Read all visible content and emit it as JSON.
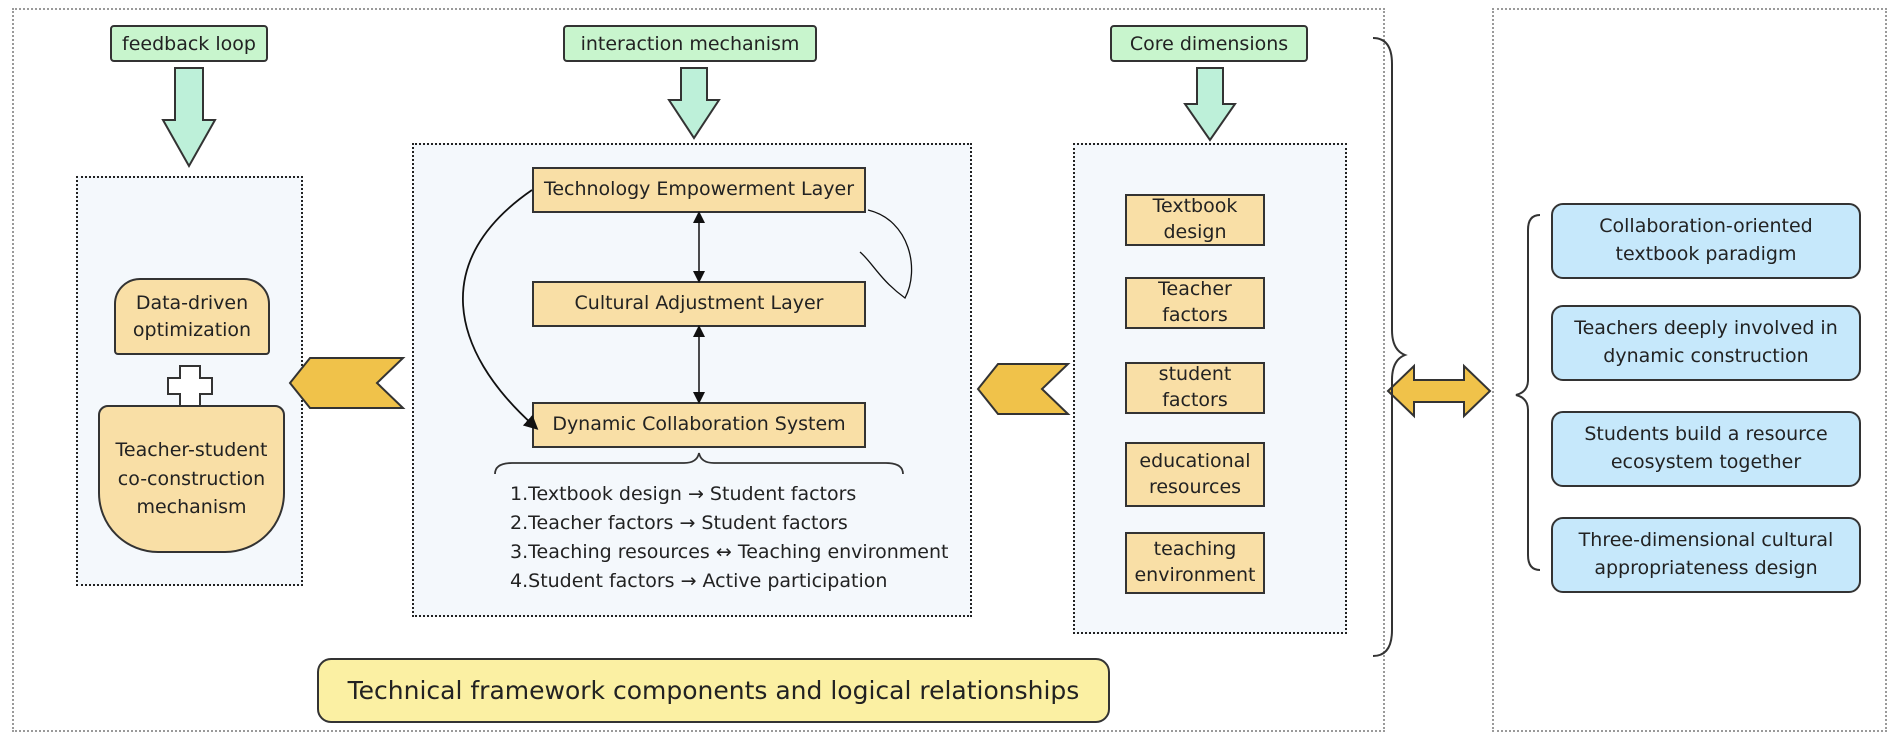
{
  "top_labels": {
    "feedback": "feedback loop",
    "interaction": "interaction mechanism",
    "core": "Core dimensions"
  },
  "left_panel": {
    "data_driven": "Data-driven optimization",
    "co_construction": "Teacher-student co-construction mechanism"
  },
  "middle_panel": {
    "layers": [
      "Technology Empowerment Layer",
      "Cultural Adjustment Layer",
      "Dynamic Collaboration System"
    ],
    "relations": [
      "1.Textbook design → Student factors",
      "2.Teacher factors → Student factors",
      "3.Teaching resources ↔ Teaching environment",
      "4.Student factors → Active participation"
    ]
  },
  "core_panel": {
    "items": [
      "Textbook design",
      "Teacher factors",
      "student factors",
      "educational resources",
      "teaching environment"
    ]
  },
  "right_panel": {
    "items": [
      "Collaboration-oriented textbook paradigm",
      "Teachers deeply involved in dynamic construction",
      "Students build a resource ecosystem together",
      "Three-dimensional cultural appropriateness design"
    ]
  },
  "caption": "Technical framework components and logical relationships",
  "colors": {
    "green_tag": "#c8f5cd",
    "green_arrow": "#bdf0d9",
    "tan_box": "#f9dfa6",
    "blue_box": "#c6e8fb",
    "yellow_caption": "#fbf0a3",
    "gold_arrow": "#f0c24a"
  }
}
